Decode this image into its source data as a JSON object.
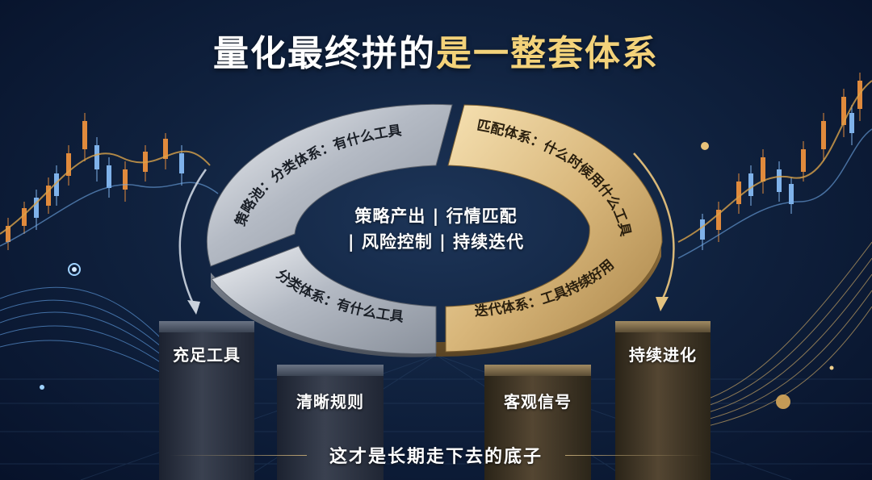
{
  "title": {
    "main": "量化最终拼的",
    "highlight": "是一整套体系"
  },
  "ring": {
    "segments": [
      {
        "label": "策略池：分类体系：有什么工具",
        "tone": "silver"
      },
      {
        "label": "分类体系：有什么工具",
        "tone": "silver"
      },
      {
        "label": "匹配体系：什么时候用什么工具",
        "tone": "gold"
      },
      {
        "label": "迭代体系：工具持续好用",
        "tone": "gold"
      }
    ],
    "center_lines": [
      "策略产出 | 行情匹配",
      "| 风险控制 | 持续迭代"
    ]
  },
  "pillars": [
    {
      "label": "充足工具",
      "tone": "silver"
    },
    {
      "label": "清晰规则",
      "tone": "silver"
    },
    {
      "label": "客观信号",
      "tone": "gold"
    },
    {
      "label": "持续进化",
      "tone": "gold"
    }
  ],
  "footer": {
    "text": "这才是长期走下去的底子"
  },
  "colors": {
    "gold": "#d9b878",
    "silver": "#c9ced6",
    "background": "#0f2140",
    "highlight": "#f3d27a"
  }
}
